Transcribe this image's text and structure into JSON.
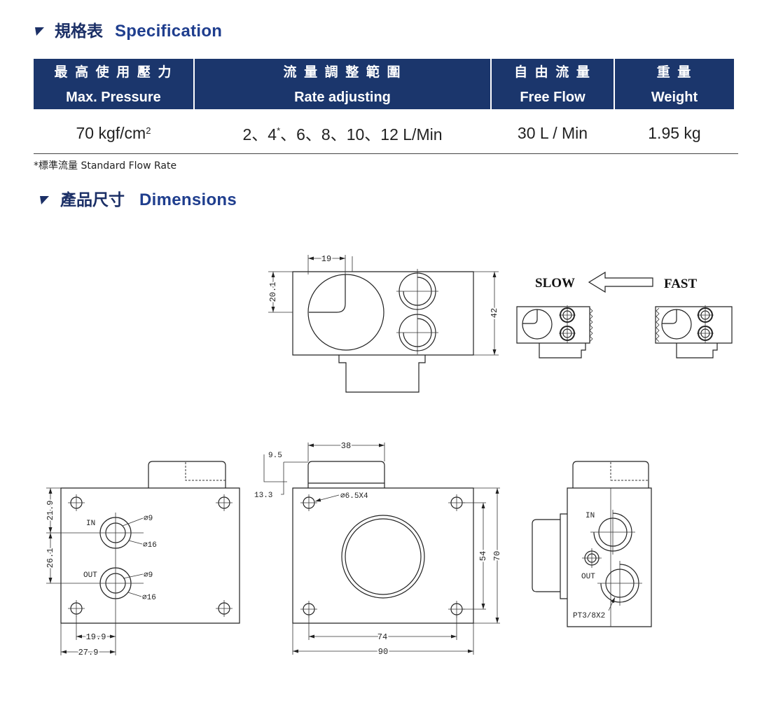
{
  "colors": {
    "table_header_bg": "#1b366c",
    "heading_zh": "#1b2f66",
    "heading_en": "#1f3e8e",
    "text": "#222222",
    "drawing_line": "#222222"
  },
  "headings": {
    "spec": {
      "icon": "triangle-bullet-icon",
      "zh": "規格表",
      "en": "Specification"
    },
    "dimensions": {
      "icon": "triangle-bullet-icon",
      "zh": "產品尺寸",
      "en": "Dimensions"
    }
  },
  "spec_table": {
    "headers": [
      {
        "zh": "最 高 使 用 壓 力",
        "en": "Max. Pressure"
      },
      {
        "zh": "流 量 調 整 範 圍",
        "en": "Rate adjusting"
      },
      {
        "zh": "自 由 流 量",
        "en": "Free Flow"
      },
      {
        "zh": "重 量",
        "en": "Weight"
      }
    ],
    "row": {
      "max_pressure": {
        "text": "70 kgf/cm",
        "sup": "2"
      },
      "rate_adjusting": {
        "before": "2、4",
        "sup": "*",
        "after": "、6、8、10、12 L/Min"
      },
      "free_flow": "30 L / Min",
      "weight": "1.95 kg"
    },
    "footnote": "*標準流量 Standard Flow Rate"
  },
  "drawings": {
    "top_view": {
      "dim_bore_offset_x": "19",
      "dim_bore_offset_y": "20.1",
      "dim_height": "42"
    },
    "direction": {
      "slow": "SLOW",
      "fast": "FAST",
      "icon": "left-arrow-icon"
    },
    "side_view_left": {
      "in": "IN",
      "out": "OUT",
      "in_bore": "⌀9",
      "in_outer": "⌀16",
      "out_bore": "⌀9",
      "out_outer": "⌀16",
      "dim_top": "21.9",
      "dim_between": "26.1",
      "dim_x_hole": "19.9",
      "dim_x_edge": "27.9"
    },
    "front_view": {
      "dim_boss": "38",
      "dim_a": "9.5",
      "dim_b": "13.3",
      "holes": "⌀6.5X4",
      "dim_hole_pitch_v": "54",
      "dim_height": "70",
      "dim_hole_pitch_h": "74",
      "dim_width": "90"
    },
    "side_view_right": {
      "in": "IN",
      "out": "OUT",
      "port_thread": "PT3/8X2"
    }
  }
}
